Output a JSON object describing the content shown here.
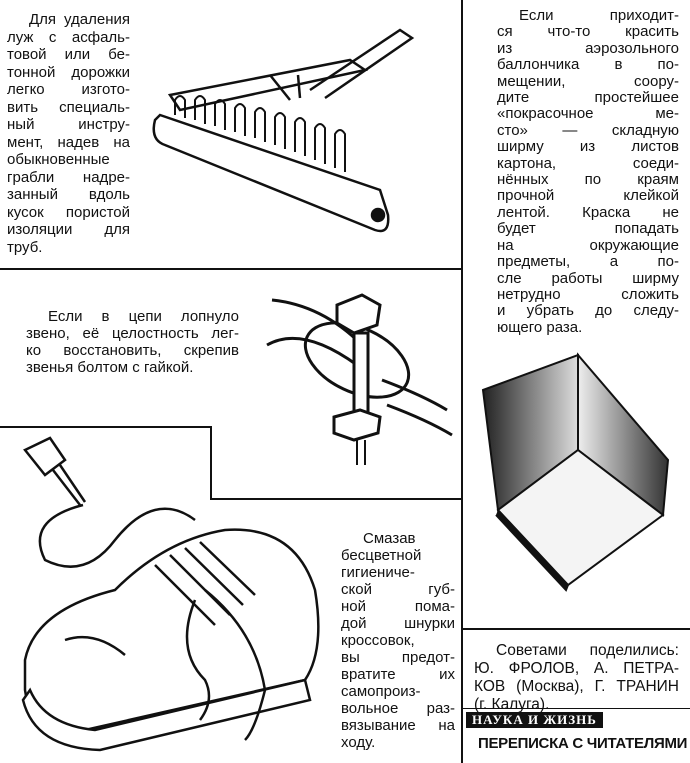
{
  "tips": [
    {
      "id": "rake",
      "lines": [
        "Для удаления",
        "луж с асфаль-",
        "товой или бе-",
        "тонной дорожки",
        "легко изгото-",
        "вить специаль-",
        "ный инстру-",
        "мент, надев на",
        "обыкновенные",
        "грабли надре-",
        "занный вдоль",
        "кусок пористой",
        "изоляции для",
        "труб."
      ]
    },
    {
      "id": "paint",
      "lines": [
        "Если приходит-",
        "ся что-то красить",
        "из аэрозольного",
        "баллончика в по-",
        "мещении, соору-",
        "дите простейшее",
        "«покрасочное ме-",
        "сто» — складную",
        "ширму из листов",
        "картона, соеди-",
        "нённых по краям",
        "прочной клейкой",
        "лентой. Краска не",
        "будет попадать",
        "на окружающие",
        "предметы, а по-",
        "сле работы ширму",
        "нетрудно сложить",
        "и убрать до следу-",
        "ющего раза."
      ]
    },
    {
      "id": "chain",
      "lines": [
        "Если в цепи лопнуло",
        "звено, её целостность лег-",
        "ко восстановить, скрепив",
        "звенья болтом с гайкой."
      ]
    },
    {
      "id": "laces",
      "lines": [
        "Смазав",
        "бесцветной",
        "гигиениче-",
        "ской губ-",
        "ной пома-",
        "дой шнурки",
        "кроссовок,",
        "вы предот-",
        "вратите их",
        "самопроиз-",
        "вольное раз-",
        "вязывание на",
        "ходу."
      ]
    },
    {
      "id": "credits",
      "lines": [
        "Советами поделились:",
        "Ю. ФРОЛОВ, А. ПЕТРА-",
        "КОВ (Москва), Г. ТРАНИН",
        "(г. Калуга)."
      ]
    }
  ],
  "footer": {
    "magazine": "НАУКА И ЖИЗНЬ",
    "rubric": "ПЕРЕПИСКА С ЧИТАТЕЛЯМИ"
  }
}
